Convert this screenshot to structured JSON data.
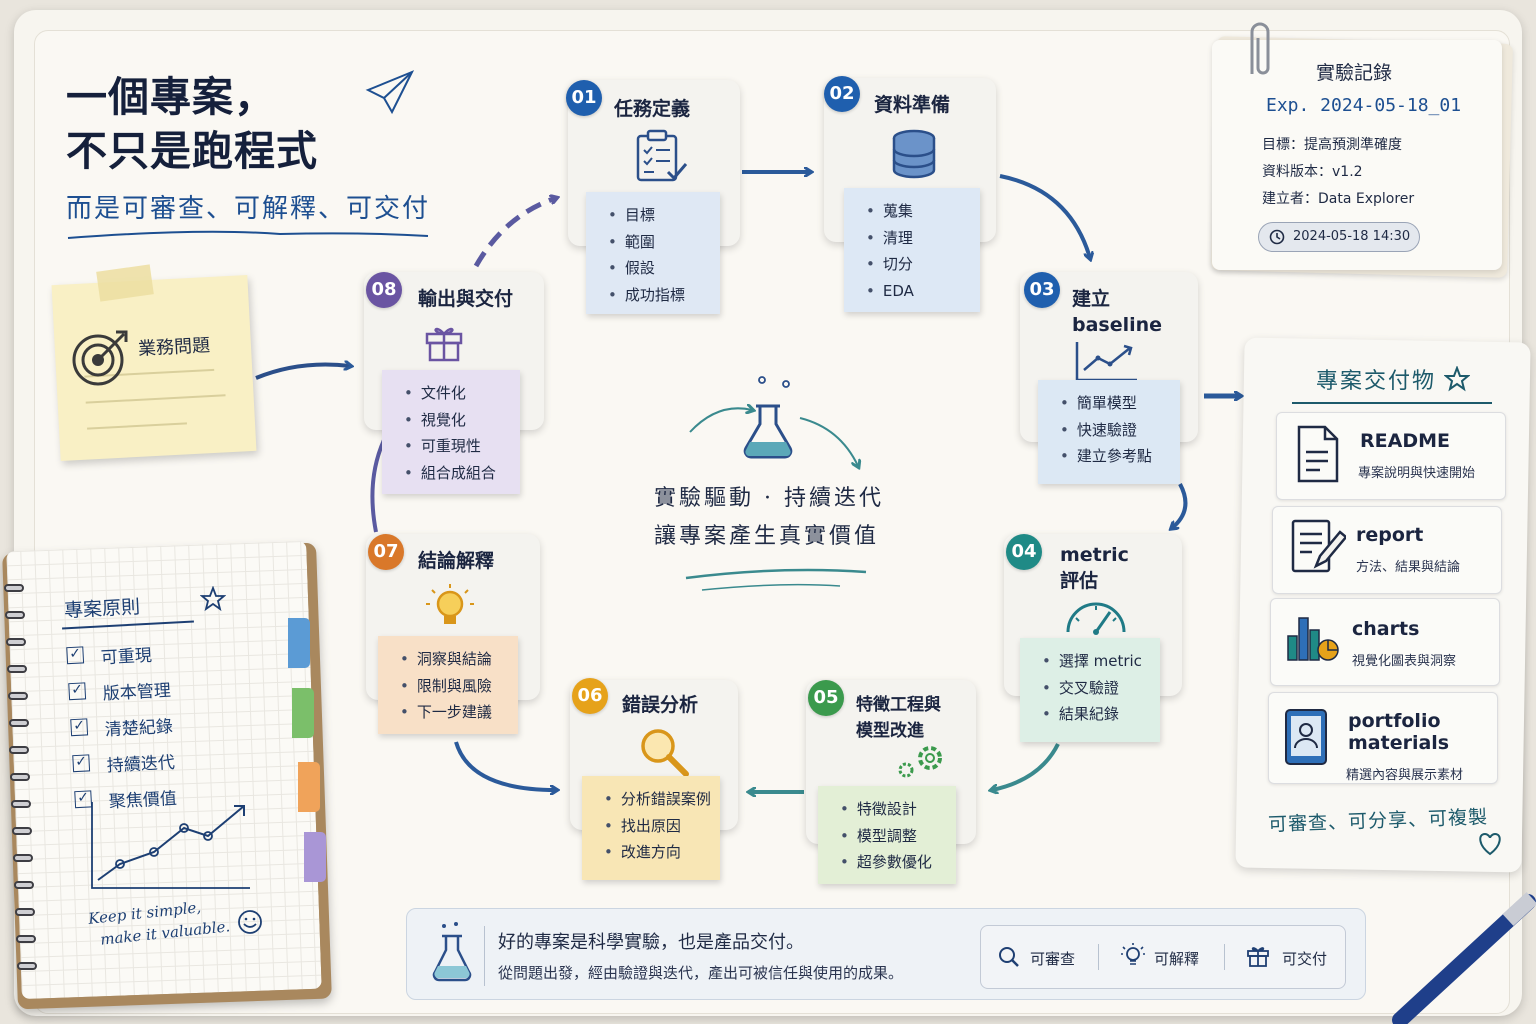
{
  "title": {
    "line1": "一個專案，",
    "line2": "不只是跑程式",
    "subtitle": "而是可審查、可解釋、可交付"
  },
  "business_problem": {
    "label": "業務問題",
    "icon": "target-icon"
  },
  "steps": [
    {
      "num": "01",
      "title": "任務定義",
      "color": "#1f5fae",
      "note_color": "#dfe8f4",
      "icon": "clipboard-icon",
      "items": [
        "目標",
        "範圍",
        "假設",
        "成功指標"
      ]
    },
    {
      "num": "02",
      "title": "資料準備",
      "color": "#1f5fae",
      "note_color": "#dde8f5",
      "icon": "database-icon",
      "items": [
        "蒐集",
        "清理",
        "切分",
        "EDA"
      ]
    },
    {
      "num": "03",
      "title": "建立",
      "title2": "baseline",
      "color": "#1f5fae",
      "note_color": "#dce8f4",
      "icon": "line-chart-icon",
      "items": [
        "簡單模型",
        "快速驗證",
        "建立參考點"
      ]
    },
    {
      "num": "04",
      "title": "metric",
      "title2": "評估",
      "color": "#1f8a86",
      "note_color": "#ddefe6",
      "icon": "gauge-icon",
      "items": [
        "選擇 metric",
        "交叉驗證",
        "結果紀錄"
      ]
    },
    {
      "num": "05",
      "title": "特徵工程與",
      "title2": "模型改進",
      "color": "#3b9a4d",
      "note_color": "#e3efd6",
      "icon": "gears-icon",
      "items": [
        "特徵設計",
        "模型調整",
        "超參數優化"
      ]
    },
    {
      "num": "06",
      "title": "錯誤分析",
      "color": "#e6a21a",
      "note_color": "#f8e6b5",
      "icon": "magnifier-icon",
      "items": [
        "分析錯誤案例",
        "找出原因",
        "改進方向"
      ]
    },
    {
      "num": "07",
      "title": "結論解釋",
      "color": "#d9782a",
      "note_color": "#f8e0c7",
      "icon": "lightbulb-icon",
      "items": [
        "洞察與結論",
        "限制與風險",
        "下一步建議"
      ]
    },
    {
      "num": "08",
      "title": "輸出與交付",
      "color": "#6a54a2",
      "note_color": "#e7e0f2",
      "icon": "gift-icon",
      "items": [
        "文件化",
        "視覺化",
        "可重現性",
        "組合成組合"
      ]
    }
  ],
  "center": {
    "line1": "實驗驅動 · 持續迭代",
    "line2": "讓專案產生真實價值",
    "icon": "flask-icon"
  },
  "experiment_log": {
    "title": "實驗記錄",
    "exp": "Exp. 2024-05-18_01",
    "lines": [
      "目標：提高預測準確度",
      "資料版本：v1.2",
      "建立者：Data Explorer"
    ],
    "time": "2024-05-18  14:30"
  },
  "deliverables": {
    "title": "專案交付物",
    "items": [
      {
        "name": "README",
        "desc": "專案說明與快速開始",
        "icon": "document-icon"
      },
      {
        "name": "report",
        "desc": "方法、結果與結論",
        "icon": "report-pen-icon"
      },
      {
        "name": "charts",
        "desc": "視覺化圖表與洞察",
        "icon": "bar-pie-chart-icon"
      },
      {
        "name": "portfolio",
        "name2": "materials",
        "desc": "精選內容與展示素材",
        "icon": "tablet-profile-icon"
      }
    ],
    "footer": "可審查、可分享、可複製"
  },
  "principles": {
    "title": "專案原則",
    "items": [
      "可重現",
      "版本管理",
      "清楚紀錄",
      "持續迭代",
      "聚焦價值"
    ],
    "foot1": "Keep it simple,",
    "foot2": "make it valuable.",
    "tab_colors": [
      "#5b9bd5",
      "#7bbf6a",
      "#f0a35a",
      "#a996d6"
    ]
  },
  "bottom": {
    "line1": "好的專案是科學實驗，也是產品交付。",
    "line2": "從問題出發，經由驗證與迭代，產出可被信任與使用的成果。",
    "tags": [
      {
        "label": "可審查",
        "icon": "search-icon"
      },
      {
        "label": "可解釋",
        "icon": "lightbulb-icon"
      },
      {
        "label": "可交付",
        "icon": "gift-icon"
      }
    ]
  },
  "colors": {
    "navy": "#1f2a44",
    "blue": "#1f5fae",
    "teal": "#1d5a6b",
    "arrow": "#2b5a9a"
  }
}
